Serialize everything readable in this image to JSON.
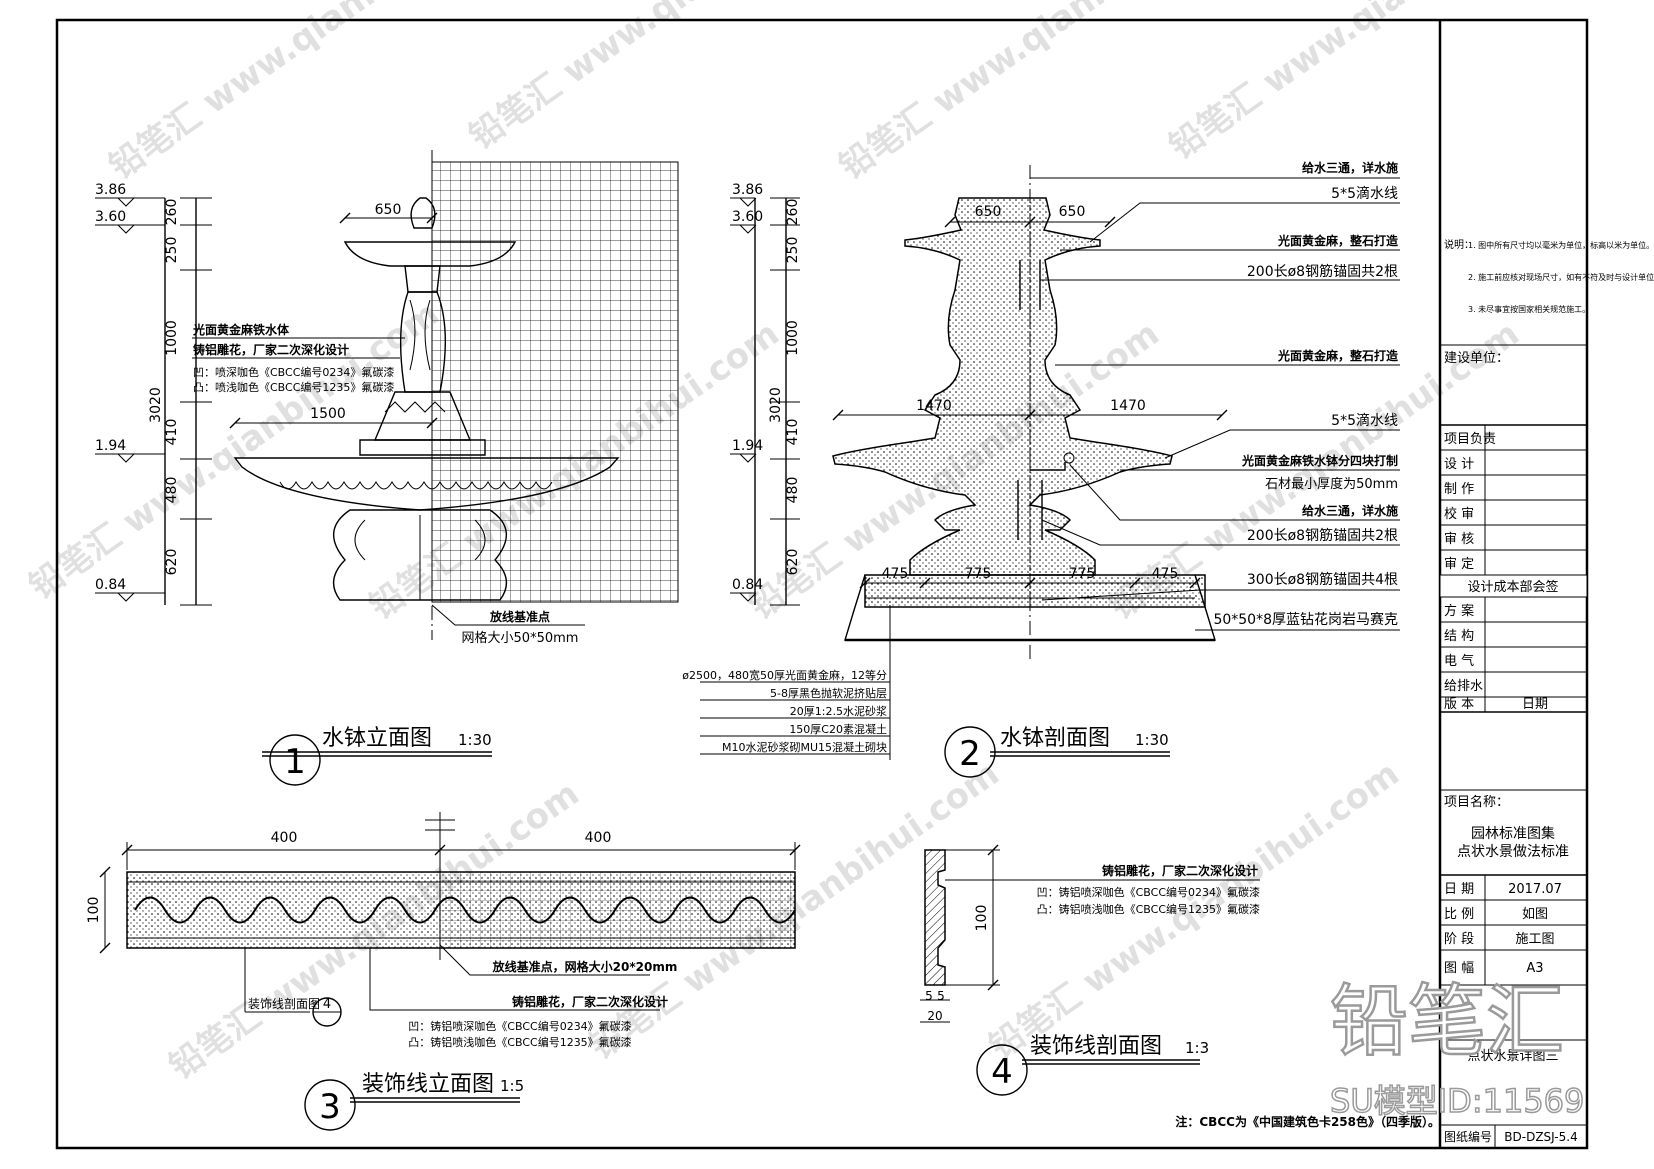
{
  "drawing1": {
    "circle_no": "1",
    "title": "水钵立面图",
    "scale": "1:30",
    "levels": [
      "3.86",
      "3.60",
      "1.94",
      "0.84"
    ],
    "dims_vertical": [
      "260",
      "250",
      "1000",
      "410",
      "480",
      "620"
    ],
    "dim_total": "3020",
    "dim_top": "650",
    "dim_mid": "1500",
    "notes": [
      "光面黄金麻铁水体",
      "铸铝雕花，厂家二次深化设计",
      "凹：喷深咖色《CBCC编号0234》氟碳漆",
      "凸：喷浅咖色《CBCC编号1235》氟碳漆"
    ],
    "note_base": "放线基准点",
    "note_grid": "网格大小50*50mm"
  },
  "drawing2": {
    "circle_no": "2",
    "title": "水钵剖面图",
    "scale": "1:30",
    "levels": [
      "3.86",
      "3.60",
      "1.94",
      "0.84"
    ],
    "dims_vertical": [
      "260",
      "250",
      "1000",
      "410",
      "480",
      "620"
    ],
    "dim_total": "3020",
    "dim_top_left": "650",
    "dim_top_right": "650",
    "dim_mid_left": "1470",
    "dim_mid_right": "1470",
    "dims_bottom": [
      "475",
      "775",
      "775",
      "475"
    ],
    "callouts": [
      "给水三通，详水施",
      "5*5滴水线",
      "光面黄金麻，整石打造",
      "200长ø8钢筋锚固共2根",
      "光面黄金麻，整石打造",
      "5*5滴水线",
      "光面黄金麻铁水钵分四块打制",
      "石材最小厚度为50mm",
      "给水三通，详水施",
      "200长ø8钢筋锚固共2根",
      "300长ø8钢筋锚固共4根",
      "50*50*8厚蓝钻花岗岩马赛克"
    ],
    "base_layers": [
      "ø2500，480宽50厚光面黄金麻，12等分",
      "5-8厚黑色抛软泥挤贴层",
      "20厚1:2.5水泥砂浆",
      "150厚C20素混凝土",
      "M10水泥砂浆砌MU15混凝土砌块"
    ]
  },
  "drawing3": {
    "circle_no": "3",
    "title": "装饰线立面图",
    "scale": "1:5",
    "dim_left": "400",
    "dim_right": "400",
    "dim_height": "100",
    "note_base": "放线基准点，网格大小20*20mm",
    "note_carve": "铸铝雕花，厂家二次深化设计",
    "note_concave": "凹：铸铝喷深咖色《CBCC编号0234》氟碳漆",
    "note_convex": "凸：铸铝喷浅咖色《CBCC编号1235》氟碳漆",
    "section_ref_label": "装饰线剖面图",
    "section_ref_no": "4"
  },
  "drawing4": {
    "circle_no": "4",
    "title": "装饰线剖面图",
    "scale": "1:3",
    "dim_height": "100",
    "dims_bottom": [
      "5",
      "5",
      "20"
    ],
    "note_carve": "铸铝雕花，厂家二次深化设计",
    "note_concave": "凹：铸铝喷深咖色《CBCC编号0234》氟碳漆",
    "note_convex": "凸：铸铝喷浅咖色《CBCC编号1235》氟碳漆"
  },
  "footnote": "注：CBCC为《中国建筑色卡258色》（四季版）。",
  "titleblock": {
    "notes_label": "说明：",
    "notes": [
      "1. 图中所有尺寸均以毫米为单位，标高以米为单位。",
      "2. 施工前应核对现场尺寸，如有不符及时与设计单位联系。",
      "3. 未尽事宜按国家相关规范施工。"
    ],
    "client_label": "建设单位：",
    "rows": [
      {
        "label": "项目负责",
        "value": ""
      },
      {
        "label": "设  计",
        "value": ""
      },
      {
        "label": "制  作",
        "value": ""
      },
      {
        "label": "校  审",
        "value": ""
      },
      {
        "label": "审  核",
        "value": ""
      },
      {
        "label": "审  定",
        "value": ""
      }
    ],
    "stamp_label": "设计成本部会签",
    "sign_rows": [
      {
        "label": "方  案",
        "value": ""
      },
      {
        "label": "结  构",
        "value": ""
      },
      {
        "label": "电  气",
        "value": ""
      },
      {
        "label": "给排水",
        "value": ""
      },
      {
        "label": "版  本",
        "value": "日期"
      }
    ],
    "project_label": "项目名称：",
    "project_line1": "园林标准图集",
    "project_line2": "点状水景做法标准",
    "info_rows": [
      {
        "label": "日  期",
        "value": "2017.07"
      },
      {
        "label": "比  例",
        "value": "如图"
      },
      {
        "label": "阶  段",
        "value": "施工图"
      },
      {
        "label": "图  幅",
        "value": "A3"
      }
    ],
    "drawing_name": "点状水景详图三",
    "drawing_no_label": "图纸编号",
    "drawing_no": "BD-DZSJ-5.4"
  },
  "logo_text": "铅笔汇",
  "badge_text": "SU模型ID:11569",
  "watermark_text": "铅笔汇 www.qianbihui.com"
}
